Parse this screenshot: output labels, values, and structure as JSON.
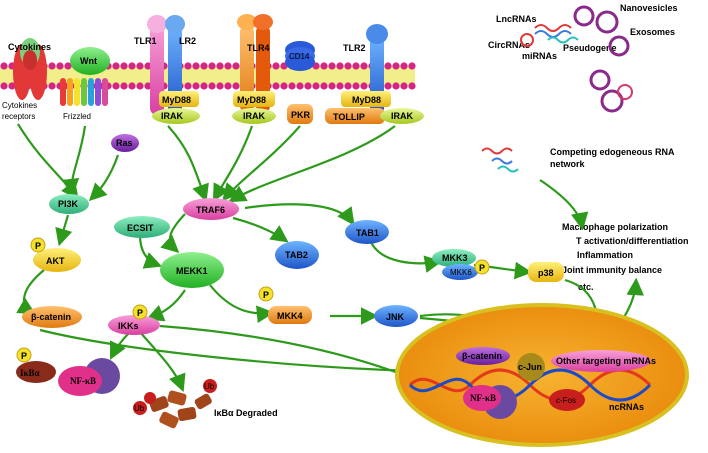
{
  "receptors": {
    "cytokines": "Cytokines",
    "cytokines_receptors": "Cytokines receptors",
    "wnt": "Wnt",
    "frizzled": "Frizzled",
    "tlr1": "TLR1",
    "lr2": "LR2",
    "tlr4": "TLR4",
    "cd14": "CD14",
    "tlr2": "TLR2"
  },
  "adaptors": {
    "myd88_a": "MyD88",
    "myd88_b": "MyD88",
    "myd88_c": "MyD88",
    "irak_a": "IRAK",
    "irak_b": "IRAK",
    "irak_c": "IRAK",
    "pkr": "PKR",
    "tollip": "TOLLIP"
  },
  "nodes": {
    "ras": "Ras",
    "pi3k": "PI3K",
    "akt": "AKT",
    "beta_catenin": "β-catenin",
    "traf6": "TRAF6",
    "ecsit": "ECSIT",
    "mekk1": "MEKK1",
    "tab1": "TAB1",
    "tab2": "TAB2",
    "mkk3": "MKK3",
    "mkk6": "MKK6",
    "p38": "p38",
    "mkk4": "MKK4",
    "jnk": "JNK",
    "ikks": "IKKs",
    "ikba": "IκBα",
    "nfkb": "NF-κB",
    "ikba_degraded": "IκBα Degraded",
    "ub": "Ub",
    "p": "P"
  },
  "nucleus": {
    "beta_catenin": "β-catenin",
    "cjun": "c-Jun",
    "other_mrnas": "Other targeting mRNAs",
    "nfkb": "NF-κB",
    "cfos": "c-Fos",
    "ncrnas": "ncRNAs"
  },
  "ncrna": {
    "lncrnas": "LncRNAs",
    "circrnas": "CircRNAs",
    "mirnas": "miRNAs",
    "pseudogene": "Pseudogene",
    "nanovesicles": "Nanovesicles",
    "exosomes": "Exosomes",
    "cerna_line1": "Competing edogeneous RNA",
    "cerna_line2": "network"
  },
  "outcomes": [
    "Macrophage polarization",
    "T activation/differentiation",
    "Inflammation",
    "Joint immunity balance",
    "etc."
  ],
  "colors": {
    "arrow": "#2e9a1c",
    "membrane": "#e8e04a",
    "nucleus": "#f2a21a",
    "traf6": "#ee5fb5",
    "mekk1": "#3ed13e",
    "tab": "#2e6fe0"
  }
}
